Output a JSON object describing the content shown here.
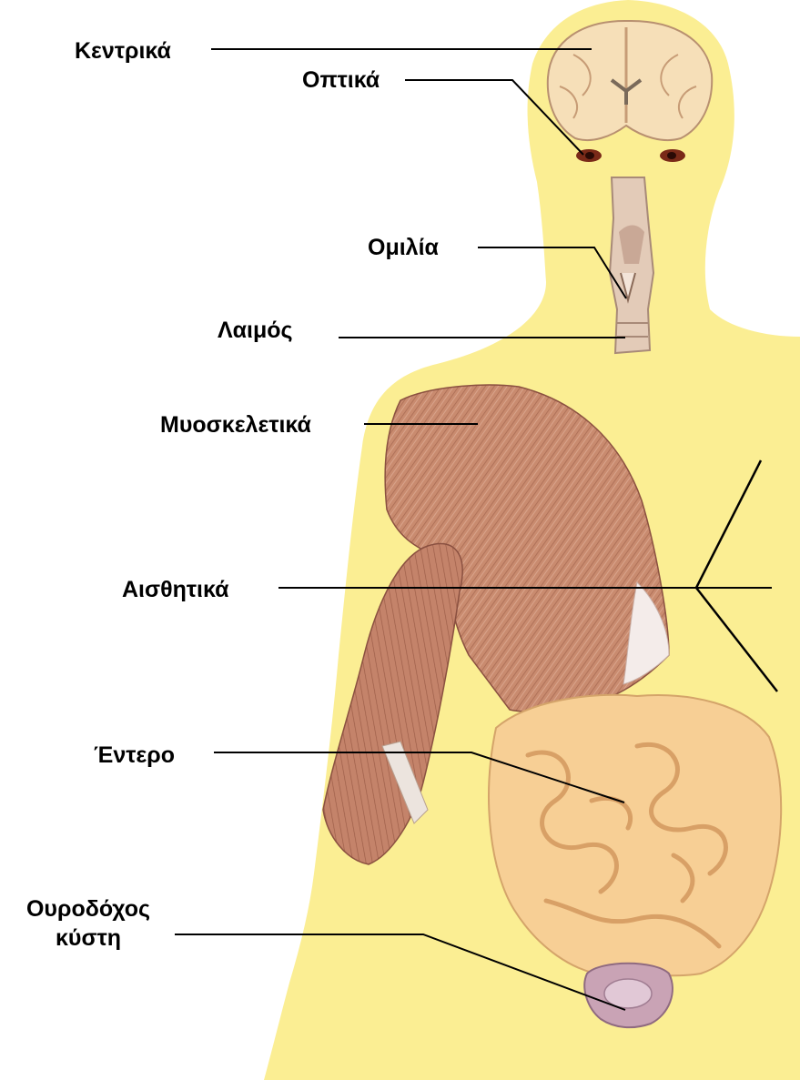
{
  "labels": {
    "central": "Κεντρικά",
    "optical": "Οπτικά",
    "speech": "Ομιλία",
    "throat": "Λαιμός",
    "musculoskeletal": "Μυοσκελετικά",
    "sensory": "Αισθητικά",
    "intestine": "Έντερο",
    "bladder_line1": "Ουροδόχος",
    "bladder_line2": "κύστη"
  },
  "colors": {
    "body": "#fbee93",
    "muscle": "#c98b6f",
    "muscle_dark": "#9a5a45",
    "brain": "#f6dfb8",
    "intestine": "#f7cf95",
    "bladder": "#c9a3b5",
    "leader_line": "#000000"
  },
  "icons": {
    "brain": "brain-illustration",
    "eyes": "eye-illustration",
    "larynx": "larynx-illustration",
    "muscles": "arm-shoulder-muscle-illustration",
    "intestine": "intestine-illustration",
    "bladder": "bladder-illustration",
    "nerve_fork": "sensory-nerve-fork"
  }
}
